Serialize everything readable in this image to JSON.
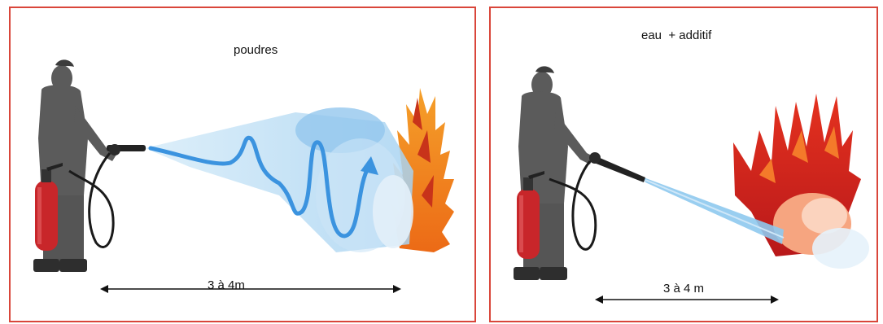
{
  "panels": {
    "left": {
      "title": "poudres",
      "distance": "3 à 4m"
    },
    "right": {
      "title": "eau  + additif",
      "distance": "3 à 4 m"
    }
  },
  "colors": {
    "border": "#d9463a",
    "extinguisher": "#c8262a",
    "spray": "#8ec9ee",
    "flow_arrow": "#3b93df",
    "flame_orange": "#f07a1e",
    "flame_red": "#d8221c",
    "figure": "#5b5b5b"
  }
}
